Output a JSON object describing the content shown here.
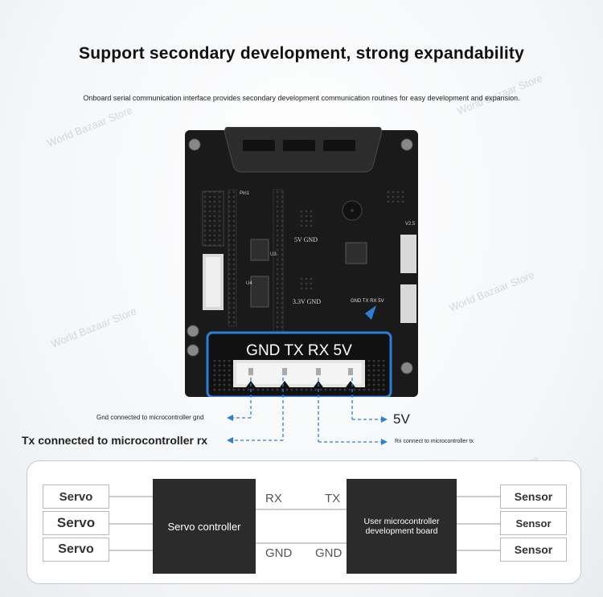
{
  "header": {
    "title": "Support secondary development, strong expandability",
    "subtitle": "Onboard serial communication interface provides secondary development communication routines for easy development and expansion."
  },
  "watermark": "World Bazaar Store",
  "board": {
    "callout_text": "GND TX RX 5V",
    "small_labels": [
      "5V GND",
      "3.3V GND",
      "GND TX RX 5V",
      "Pin1",
      "U3",
      "U4",
      "V2.5"
    ]
  },
  "annotations": {
    "gnd": "Gnd connected to microcontroller gnd",
    "tx": "Tx connected to microcontroller rx",
    "fivev": "5V",
    "rx": "Rx connect to microcontroller tx"
  },
  "diagram": {
    "left_boxes": [
      "Servo",
      "Servo",
      "Servo"
    ],
    "controller": "Servo controller",
    "mcu": "User microcontroller development board",
    "right_boxes": [
      "Sensor",
      "Sensor",
      "Sensor"
    ],
    "rx_label": "RX",
    "tx_label": "TX",
    "gnd_left": "GND",
    "gnd_right": "GND"
  },
  "colors": {
    "accent_blue": "#2d7fd6",
    "board_black": "#1c1c1c",
    "box_dark": "#2b2b2b"
  }
}
